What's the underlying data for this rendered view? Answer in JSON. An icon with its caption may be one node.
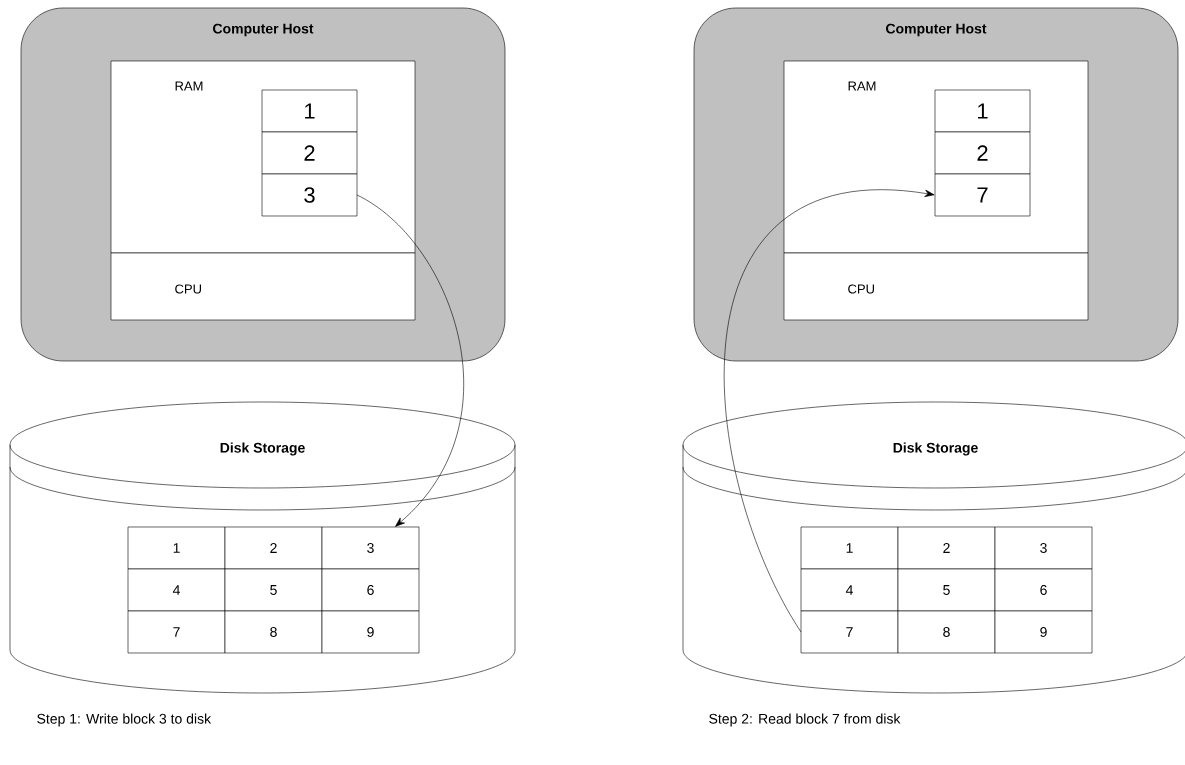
{
  "diagram": {
    "nodes": [
      {
        "text": [
          "Computer Host"
        ]
      },
      {
        "text": [
          "RAM"
        ],
        "in": 0
      },
      {
        "text": [
          "CPU"
        ],
        "in": 0
      },
      {
        "text": [
          "1"
        ],
        "in": 1
      },
      {
        "text": [
          "2"
        ],
        "in": 1
      },
      {
        "text": [
          "3"
        ],
        "in": 1
      },
      {
        "text": [
          "Disk Storage"
        ]
      },
      {
        "text": [
          "1"
        ],
        "in": 6
      },
      {
        "text": [
          "2"
        ],
        "in": 6
      },
      {
        "text": [
          "3"
        ],
        "in": 6
      },
      {
        "text": [
          "4"
        ],
        "in": 6
      },
      {
        "text": [
          "5"
        ],
        "in": 6
      },
      {
        "text": [
          "6"
        ],
        "in": 6
      },
      {
        "text": [
          "7"
        ],
        "in": 6
      },
      {
        "text": [
          "8"
        ],
        "in": 6
      },
      {
        "text": [
          "9"
        ],
        "in": 6
      },
      {
        "text": [
          "Computer Host"
        ]
      },
      {
        "text": [
          "RAM"
        ],
        "in": 16
      },
      {
        "text": [
          "CPU"
        ],
        "in": 16
      },
      {
        "text": [
          "1"
        ],
        "in": 17
      },
      {
        "text": [
          "2"
        ],
        "in": 17
      },
      {
        "text": [
          "7"
        ],
        "in": 17
      },
      {
        "text": [
          "Disk Storage"
        ]
      },
      {
        "text": [
          "1"
        ],
        "in": 22
      },
      {
        "text": [
          "2"
        ],
        "in": 22
      },
      {
        "text": [
          "3"
        ],
        "in": 22
      },
      {
        "text": [
          "4"
        ],
        "in": 22
      },
      {
        "text": [
          "5"
        ],
        "in": 22
      },
      {
        "text": [
          "6"
        ],
        "in": 22
      },
      {
        "text": [
          "7"
        ],
        "in": 22
      },
      {
        "text": [
          "8"
        ],
        "in": 22
      },
      {
        "text": [
          "9"
        ],
        "in": 22
      }
    ],
    "edges": [
      {
        "from": 5,
        "to": 9,
        "arrow": "to"
      },
      {
        "from": 29,
        "to": 21,
        "arrow": "to"
      }
    ],
    "labels": [
      "Step 1: Write block 3 to disk",
      "Step 2: Read block 7 from disk"
    ]
  }
}
